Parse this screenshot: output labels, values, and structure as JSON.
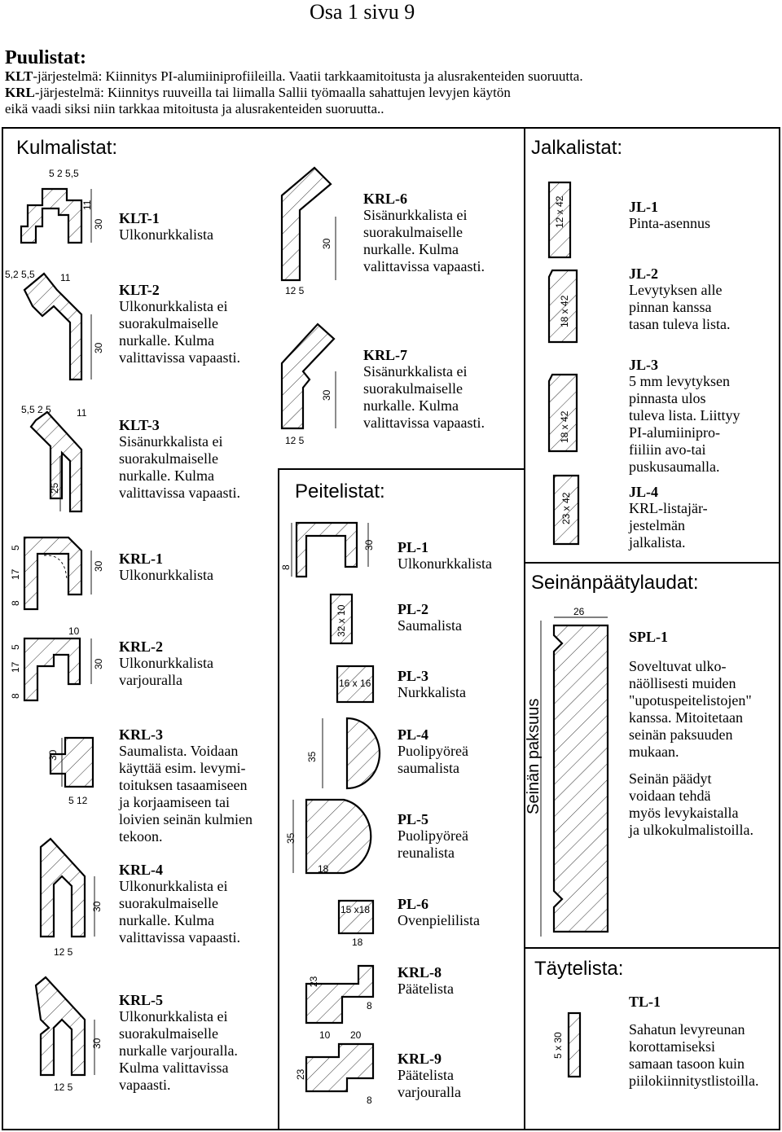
{
  "page_header": "Osa 1 sivu 9",
  "title": "Puulistat:",
  "intro": [
    {
      "bold": "KLT",
      "text": "-järjestelmä: Kiinnitys PI-alumiiniprofiileilla. Vaatii tarkkaamitoitusta ja alusrakenteiden suoruutta."
    },
    {
      "bold": "KRL",
      "text": "-järjestelmä: Kiinnitys ruuveilla tai liimalla Sallii työmaalla sahattujen levyjen käytön"
    },
    {
      "bold": "",
      "text": "eikä vaadi siksi niin tarkkaa mitoitusta ja alusrakenteiden suoruutta.."
    }
  ],
  "sections": {
    "kulmalistat": "Kulmalistat:",
    "peitelistat": "Peitelistat:",
    "jalkalistat": "Jalkalistat:",
    "seinanpaatylaudat": "Seinänpäätylaudat:",
    "taytelista": "Täytelista:"
  },
  "kulmalistat_items": [
    {
      "code": "KLT-1",
      "desc": "Ulkonurkkalista"
    },
    {
      "code": "KLT-2",
      "desc": "Ulkonurkkalista ei\nsuorakulmaiselle\nnurkalle. Kulma\nvalittavissa vapaasti."
    },
    {
      "code": "KLT-3",
      "desc": "Sisänurkkalista ei\nsuorakulmaiselle\nnurkalle. Kulma\nvalittavissa vapaasti."
    },
    {
      "code": "KRL-1",
      "desc": "Ulkonurkkalista"
    },
    {
      "code": "KRL-2",
      "desc": "Ulkonurkkalista\nvarjouralla"
    },
    {
      "code": "KRL-3",
      "desc": "Saumalista. Voidaan\nkäyttää esim. levymi-\ntoituksen tasaamiseen\nja korjaamiseen tai\nloivien seinän kulmien\ntekoon."
    },
    {
      "code": "KRL-4",
      "desc": "Ulkonurkkalista ei\nsuorakulmaiselle\nnurkalle. Kulma\nvalittavissa vapaasti."
    },
    {
      "code": "KRL-5",
      "desc": "Ulkonurkkalista ei\nsuorakulmaiselle\nnurkalle varjouralla.\nKulma valittavissa\nvapaasti."
    },
    {
      "code": "KRL-6",
      "desc": "Sisänurkkalista ei\nsuorakulmaiselle\nnurkalle. Kulma\nvalittavissa vapaasti."
    },
    {
      "code": "KRL-7",
      "desc": "Sisänurkkalista ei\nsuorakulmaiselle\nnurkalle. Kulma\nvalittavissa vapaasti."
    }
  ],
  "peitelistat_items": [
    {
      "code": "PL-1",
      "desc": "Ulkonurkkalista"
    },
    {
      "code": "PL-2",
      "desc": "Saumalista"
    },
    {
      "code": "PL-3",
      "desc": "Nurkkalista"
    },
    {
      "code": "PL-4",
      "desc": "Puolipyöreä\nsaumalista"
    },
    {
      "code": "PL-5",
      "desc": "Puolipyöreä\nreunalista"
    },
    {
      "code": "PL-6",
      "desc": "Ovenpielilista"
    },
    {
      "code": "KRL-8",
      "desc": "Päätelista"
    },
    {
      "code": "KRL-9",
      "desc": "Päätelista\nvarjouralla"
    }
  ],
  "jalkalistat_items": [
    {
      "code": "JL-1",
      "desc": "Pinta-asennus"
    },
    {
      "code": "JL-2",
      "desc": "Levytyksen alle\npinnan kanssa\ntasan tuleva lista."
    },
    {
      "code": "JL-3",
      "desc": "5 mm levytyksen\npinnasta ulos\ntuleva lista. Liittyy\nPI-alumiinipro-\nfiiliin avo-tai\npuskusaumalla."
    },
    {
      "code": "JL-4",
      "desc": "KRL-listajär-\njestelmän\njalkalista."
    }
  ],
  "spl": {
    "code": "SPL-1",
    "desc1": "Soveltuvat ulko-\nnäöllisesti muiden\n\"upotuspeitelistojen\"\nkanssa. Mitoitetaan\nseinän paksuuden\nmukaan.",
    "desc2": "Seinän päädyt\nvoidaan tehdä\nmyös levykaistalla\nja ulkokulmalistoilla.",
    "wall_label": "Seinän paksuus",
    "dim_26": "26"
  },
  "tl": {
    "code": "TL-1",
    "desc": "Sahatun levyreunan\nkorottamiseksi\nsamaan tasoon kuin\npiilokiinnitystlistoilla.",
    "dim": "5 x 30"
  },
  "dims": {
    "klt1_top": "5  2  5,5",
    "klt1_h": "11",
    "klt1_v": "30",
    "klt2_top": "5,2 5,5",
    "klt2_h": "11",
    "klt2_v": "30",
    "klt3_top": "5,5 2  5",
    "klt3_h": "11",
    "klt3_v": "25",
    "krl1_a": "8",
    "krl1_b": "17",
    "krl1_c": "5",
    "krl1_v": "30",
    "krl2_a": "8",
    "krl2_b": "17",
    "krl2_c": "5",
    "krl2_top": "10",
    "krl2_v": "30",
    "krl3_v": "30",
    "krl3_b": "5  12",
    "krl4_v": "30",
    "krl4_b": "12   5",
    "krl5_v": "30",
    "krl5_b": "12   5",
    "krl6_v": "30",
    "krl6_b": "12   5",
    "krl7_v": "30",
    "krl7_b": "12   5",
    "pl1_a": "8",
    "pl1_b": "30",
    "pl2": "32 x 10",
    "pl3": "16 x 16",
    "pl4": "35",
    "pl5_a": "35",
    "pl5_b": "18",
    "pl6_a": "15 x18",
    "pl6_b": "18",
    "krl8_a": "23",
    "krl8_b": "8",
    "krl8_c": "10",
    "krl8_d": "20",
    "krl9_a": "23",
    "krl9_b": "8",
    "jl1": "12 x 42",
    "jl2": "18 x 42",
    "jl3": "18 x 42",
    "jl4": "23 x 42"
  }
}
